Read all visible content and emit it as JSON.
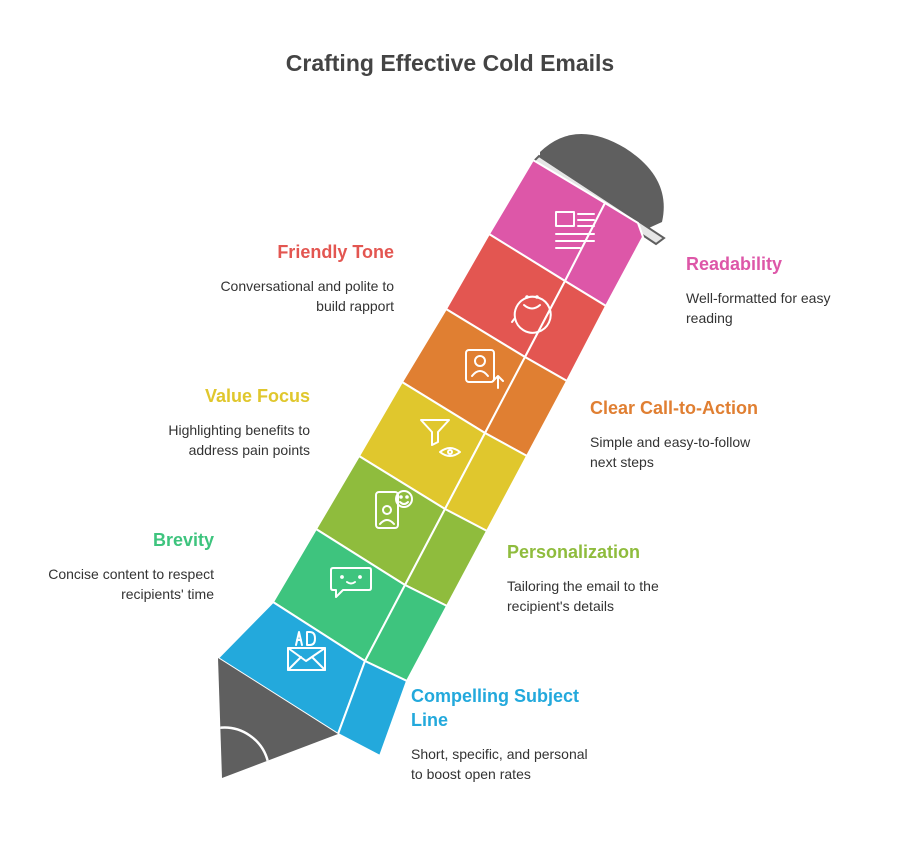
{
  "title": "Crafting Effective Cold Emails",
  "colors": {
    "readability": "#DD57A8",
    "friendly_tone": "#E35651",
    "call_to_action": "#E07F32",
    "value_focus": "#E0C72D",
    "personalization": "#8FBC3D",
    "brevity": "#3EC47E",
    "subject_line": "#23A9DC",
    "pencil_body": "#5F5F5F"
  },
  "items": [
    {
      "key": "readability",
      "label": "Readability",
      "description_lines": [
        "Well-formatted for easy",
        "reading"
      ],
      "icon": "document-icon"
    },
    {
      "key": "friendly_tone",
      "label": "Friendly Tone",
      "description_lines": [
        "Conversational and polite to",
        "build rapport"
      ],
      "icon": "smile-chat-icon"
    },
    {
      "key": "call_to_action",
      "label": "Clear Call-to-Action",
      "description_lines": [
        "Simple and easy-to-follow",
        "next steps"
      ],
      "icon": "user-upload-icon"
    },
    {
      "key": "value_focus",
      "label": "Value Focus",
      "description_lines": [
        "Highlighting benefits to",
        "address pain points"
      ],
      "icon": "funnel-eye-icon"
    },
    {
      "key": "personalization",
      "label": "Personalization",
      "description_lines": [
        "Tailoring the email to the",
        "recipient's details"
      ],
      "icon": "phone-user-icon"
    },
    {
      "key": "brevity",
      "label": "Brevity",
      "description_lines": [
        "Concise content to respect",
        "recipients' time"
      ],
      "icon": "chat-bubble-icon"
    },
    {
      "key": "subject_line",
      "label_lines": [
        "Compelling Subject",
        "Line"
      ],
      "description_lines": [
        "Short, specific, and personal",
        "to boost open rates"
      ],
      "icon": "ad-mail-icon"
    }
  ]
}
